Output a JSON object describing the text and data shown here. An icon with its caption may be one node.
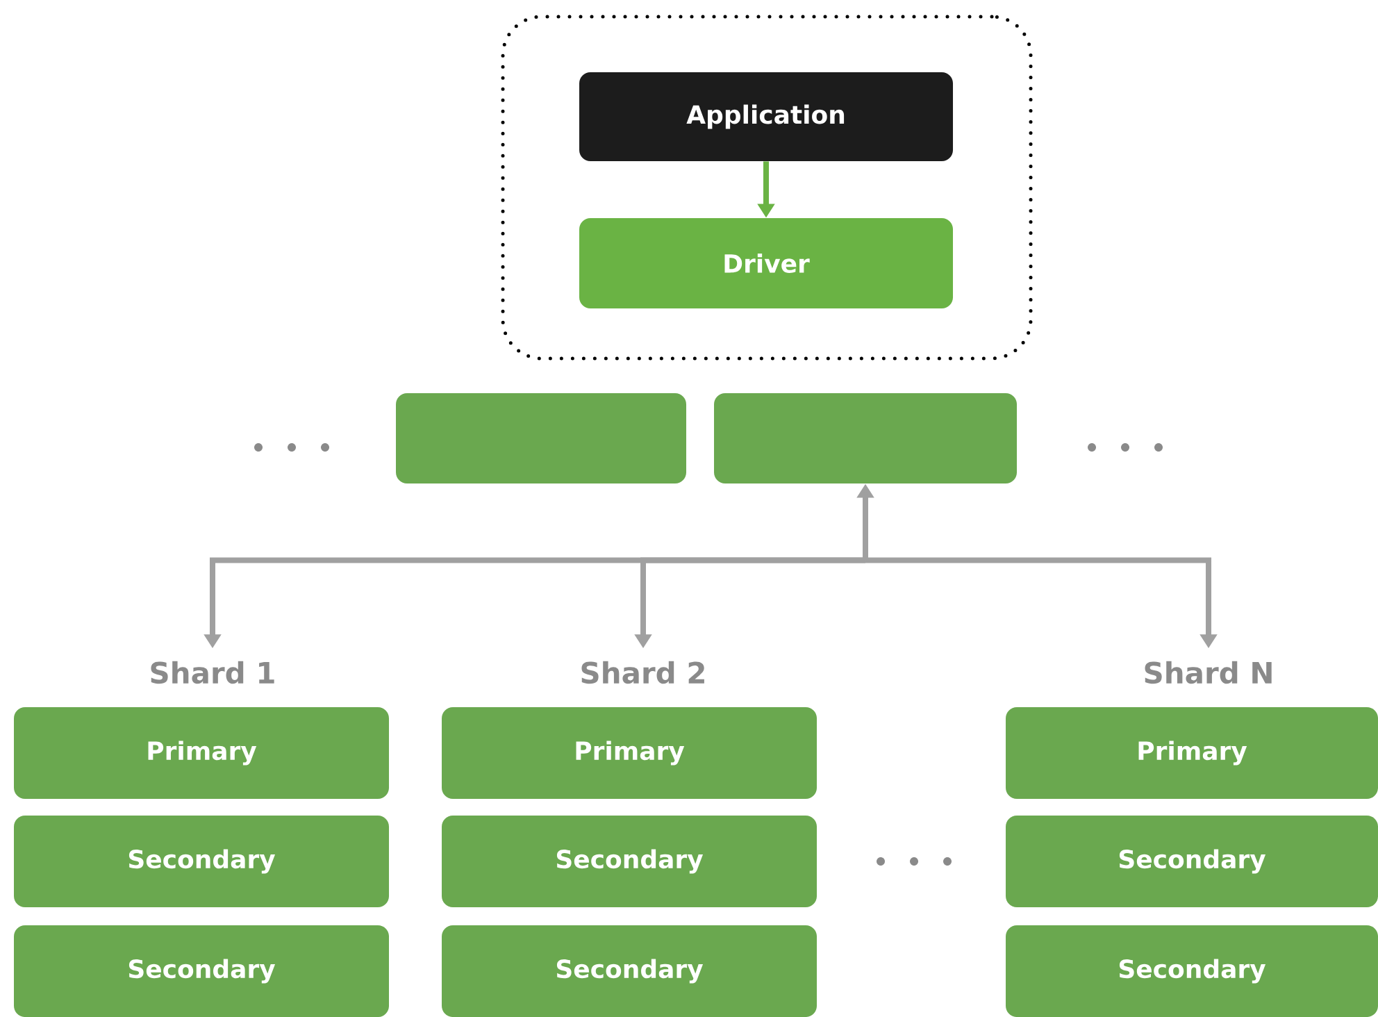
{
  "diagram": {
    "nodes": [
      {
        "text": [],
        "shape": "box"
      },
      {
        "text": [
          "Application"
        ],
        "in": 0
      },
      {
        "text": [
          "Driver"
        ],
        "in": 0
      },
      {
        "text": [],
        "shape": "box"
      },
      {
        "text": [],
        "shape": "box"
      },
      {
        "text": [
          "Shard 1"
        ]
      },
      {
        "text": [
          "Shard 2"
        ]
      },
      {
        "text": [
          "Shard N"
        ]
      },
      {
        "text": [
          "Primary"
        ]
      },
      {
        "text": [
          "Secondary"
        ]
      },
      {
        "text": [
          "Secondary"
        ]
      },
      {
        "text": [
          "Primary"
        ]
      },
      {
        "text": [
          "Secondary"
        ]
      },
      {
        "text": [
          "Secondary"
        ]
      },
      {
        "text": [
          "Primary"
        ]
      },
      {
        "text": [
          "Secondary"
        ]
      },
      {
        "text": [
          "Secondary"
        ]
      }
    ],
    "edges": [
      {
        "from": 1,
        "to": 2,
        "arrow": "to",
        "color": "#6ab344"
      },
      {
        "from": 4,
        "to": 5,
        "arrow": "both"
      },
      {
        "from": 4,
        "to": 6,
        "arrow": "both"
      },
      {
        "from": 4,
        "to": 7,
        "arrow": "both"
      }
    ]
  }
}
